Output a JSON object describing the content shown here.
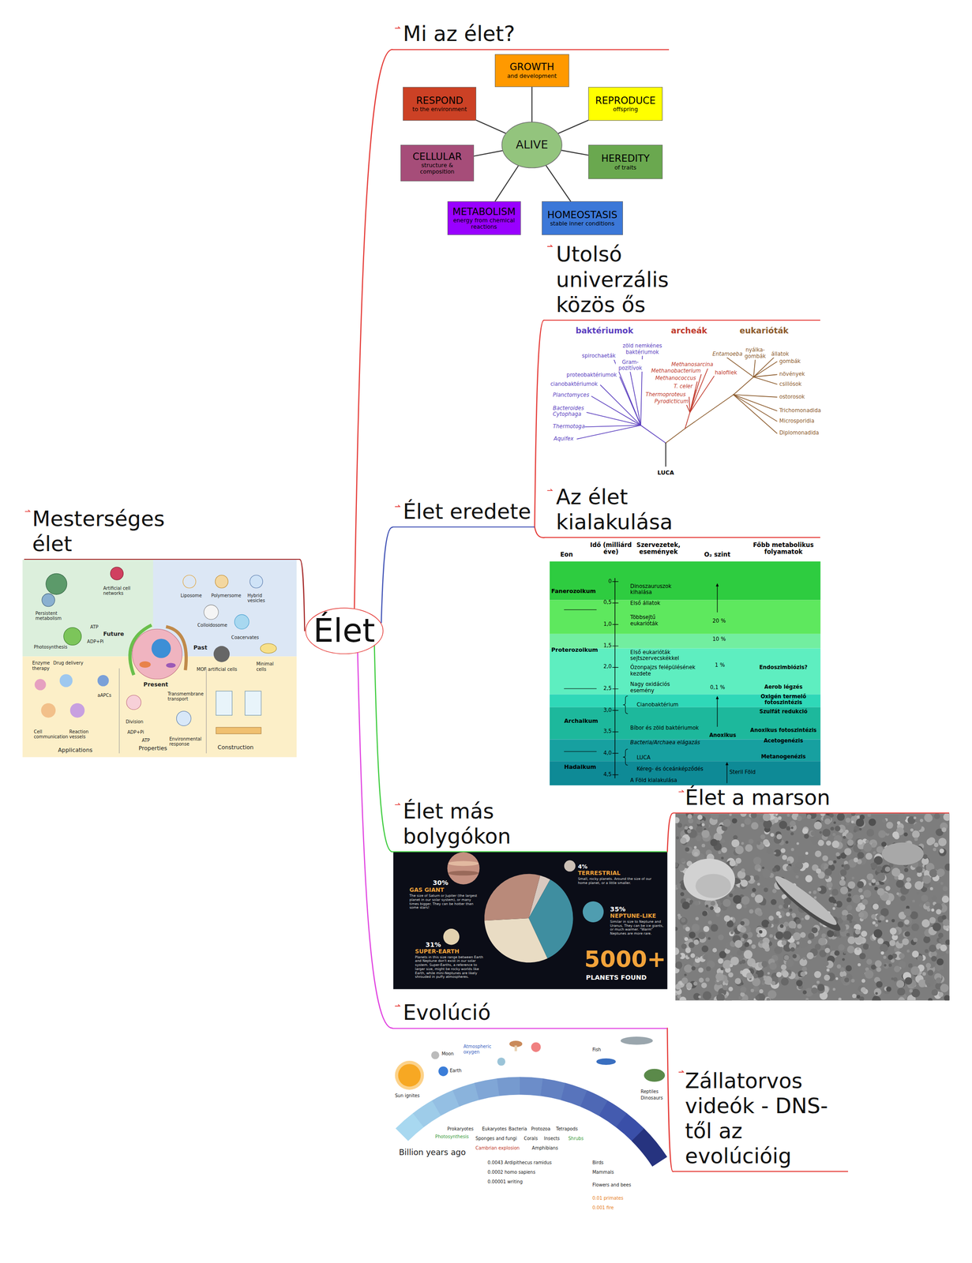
{
  "diagram": {
    "nodes": [
      {
        "text": [
          "Mi az élet?"
        ]
      },
      {
        "text": [
          "GROWTH",
          "and development"
        ]
      },
      {
        "text": [
          "RESPOND",
          "to the environment"
        ]
      },
      {
        "text": [
          "REPRODUCE",
          "offspring"
        ]
      },
      {
        "text": [
          "ALIVE"
        ]
      },
      {
        "text": [
          "CELLULAR",
          "structure & composition"
        ]
      },
      {
        "text": [
          "HEREDITY",
          "of traits"
        ]
      },
      {
        "text": [
          "METABOLISM",
          "energy from chemical reactions"
        ]
      },
      {
        "text": [
          "HOMEOSTASIS",
          "stable inner conditions"
        ]
      },
      {
        "text": [
          "Utolsó univerzális közös ős"
        ]
      },
      {
        "text": [
          "Az élet kialakulása"
        ]
      },
      {
        "text": [
          "Élet eredete"
        ]
      },
      {
        "text": [
          "Mesterséges élet"
        ]
      },
      {
        "text": [
          "Élet"
        ]
      },
      {
        "text": [
          "Élet más bolygókon"
        ]
      },
      {
        "text": [
          "Élet a marson"
        ]
      },
      {
        "text": [
          "Evolúció"
        ]
      },
      {
        "text": [
          "Zállatorvos videók - DNS-től az evolúcióig"
        ]
      }
    ],
    "edges": [
      {
        "from": 13,
        "to": 0,
        "arrow": "none"
      },
      {
        "from": 4,
        "to": 1,
        "arrow": "none"
      },
      {
        "from": 4,
        "to": 2,
        "arrow": "none"
      },
      {
        "from": 4,
        "to": 3,
        "arrow": "none"
      },
      {
        "from": 4,
        "to": 5,
        "arrow": "none"
      },
      {
        "from": 4,
        "to": 6,
        "arrow": "none"
      },
      {
        "from": 4,
        "to": 7,
        "arrow": "none"
      },
      {
        "from": 4,
        "to": 8,
        "arrow": "none"
      },
      {
        "from": 13,
        "to": 11,
        "arrow": "none"
      },
      {
        "from": 11,
        "to": 9,
        "arrow": "none"
      },
      {
        "from": 11,
        "to": 10,
        "arrow": "none"
      },
      {
        "from": 13,
        "to": 12,
        "arrow": "none"
      },
      {
        "from": 13,
        "to": 14,
        "arrow": "none"
      },
      {
        "from": 14,
        "to": 15,
        "arrow": "none"
      },
      {
        "from": 13,
        "to": 16,
        "arrow": "none"
      },
      {
        "from": 16,
        "to": 17,
        "arrow": "none"
      }
    ],
    "labels": [
      "baktériumok",
      "archeák",
      "eukarióták",
      "zöld nemkénes baktériumok",
      "spirochaeták",
      "Gram-pozitívok",
      "proteobaktériumok",
      "cianobaktériumok",
      "Planctomyces",
      "Bacteroides Cytophaga",
      "Thermotoga",
      "Aquifex",
      "Methanosarcina",
      "Methanobacterium",
      "halofilek",
      "Methanococcus",
      "T. celer",
      "Thermoproteus",
      "Pyrodicticum",
      "Entamoeba",
      "nyálka-gombák",
      "állatok",
      "gombák",
      "növények",
      "csillósok",
      "ostorosok",
      "Trichomonadida",
      "Microsporidia",
      "Diplomonadida",
      "LUCA",
      "Eon",
      "Idő (milliárd éve)",
      "Szervezetek, események",
      "O₂ szint",
      "Főbb metabolikus folyamatok",
      "Fanerozoikum",
      "Proterozoikum",
      "Archaikum",
      "Hadaikum",
      "0",
      "0,5",
      "1,0",
      "1,5",
      "2,0",
      "2,5",
      "3,0",
      "3,5",
      "4,0",
      "4,5",
      "Dinoszauruszok kihalása",
      "Első állatok",
      "Többsejtű eukarióták",
      "Első eukarióták sejtszervecskékkel",
      "Ózonpajzs felépülésének kezdete",
      "Nagy oxidációs esemény",
      "Cianobaktérium",
      "Bíbor és zöld baktériumok",
      "Bacteria/Archaea elágazás",
      "LUCA",
      "Kéreg- és óceánképződés",
      "A Föld kialakulása",
      "20 %",
      "10 %",
      "1 %",
      "0,1 %",
      "Anoxikus",
      "Steril Föld",
      "Endoszimbiózis?",
      "Aerob légzés",
      "Oxigén termelő fotoszintézis",
      "Szulfát redukció",
      "Anoxikus fotoszintézis",
      "Acetogenézis",
      "Metanogenézis",
      "Artificial cell networks",
      "Persistent metabolism",
      "ATP",
      "ADP+Pi",
      "Photosynthesis",
      "Future",
      "Past",
      "Present",
      "Liposome",
      "Polymersome",
      "Hybrid vesicles",
      "Colloidosome",
      "Coacervates",
      "MOF artificial cells",
      "Minimal cells",
      "Enzyme therapy",
      "Drug delivery",
      "aAPCs",
      "Cell communication",
      "Reaction vessels",
      "Applications",
      "Division",
      "ADP+Pi",
      "ATP",
      "Properties",
      "Transmembrane transport",
      "Environmental response",
      "Construction",
      "30%",
      "GAS GIANT",
      "The size of Saturn or Jupiter (the largest planet in our solar system), or many times bigger. They can be hotter than some stars!",
      "4%",
      "TERRESTRIAL",
      "Small, rocky planets. Around the size of our home planet, or a little smaller.",
      "35%",
      "NEPTUNE-LIKE",
      "Similar in size to Neptune and Uranus. They can be ice giants, or much warmer. \"Warm\" Neptunes are more rare.",
      "31%",
      "SUPER-EARTH",
      "Planets in this size range between Earth and Neptune don't exist in our solar system. Super-Earths, a reference to larger size, might be rocky worlds like Earth, while mini-Neptunes are likely shrouded in puffy atmospheres.",
      "5000+",
      "PLANETS FOUND",
      "Billion years ago",
      "Sun ignites",
      "Earth",
      "Moon",
      "Atmospheric oxygen",
      "Prokaryotes",
      "Photosynthesis",
      "Eukaryotes",
      "Bacteria",
      "Protozoa",
      "Sponges and fungi",
      "Corals",
      "Cambrian explosion",
      "Tetrapods",
      "Insects",
      "Amphibians",
      "Shrubs",
      "Fish",
      "Reptiles",
      "Dinosaurs",
      "Birds",
      "Mammals",
      "Flowers and bees",
      "0.0043 Ardipithecus ramidus",
      "0.0002 homo sapiens",
      "0.00001 writing",
      "0.01 primates",
      "0.001 fire"
    ]
  }
}
